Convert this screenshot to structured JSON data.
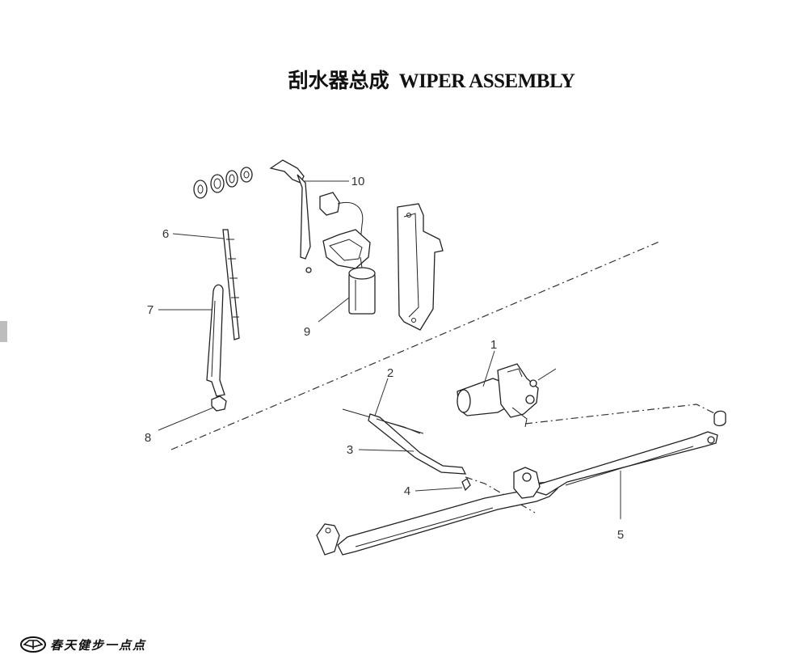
{
  "title": {
    "cn": "刮水器总成",
    "en": "WIPER ASSEMBLY"
  },
  "callouts": {
    "c1": "1",
    "c2": "2",
    "c3": "3",
    "c4": "4",
    "c5": "5",
    "c6": "6",
    "c7": "7",
    "c8": "8",
    "c9": "9",
    "c10": "10"
  },
  "brand": {
    "text": "春天健步一点点",
    "icon": "car-emblem-icon"
  }
}
